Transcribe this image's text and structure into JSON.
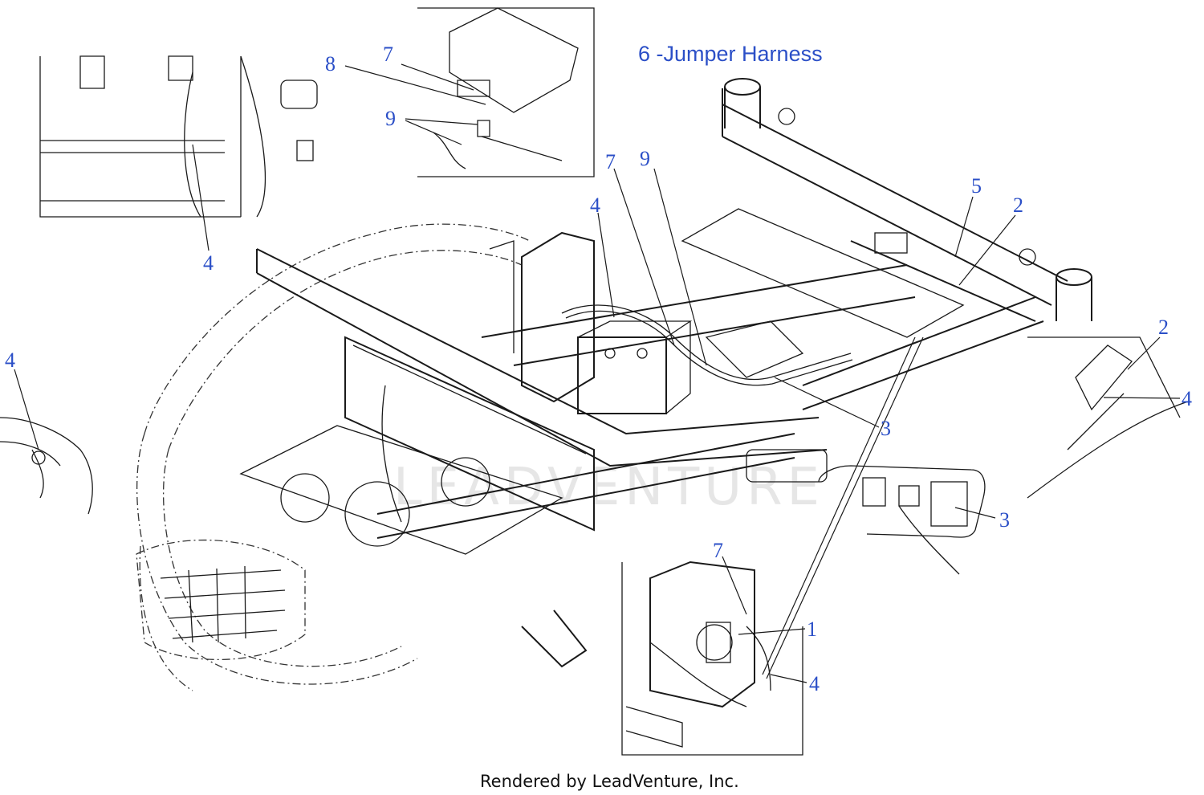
{
  "title": "6 -Jumper Harness",
  "footer": "Rendered by LeadVenture, Inc.",
  "watermark": "LEADVENTURE",
  "callouts": {
    "c8": "8",
    "c7_inset": "7",
    "c9_inset": "9",
    "c4_topleft": "4",
    "c7_main": "7",
    "c9_main": "9",
    "c4_main": "4",
    "c5": "5",
    "c2_main": "2",
    "c2_right": "2",
    "c4_right": "4",
    "c4_left": "4",
    "c3_main": "3",
    "c3_inset": "3",
    "c7_bottom": "7",
    "c1": "1",
    "c4_bottom": "4"
  },
  "colors": {
    "callout": "#2b4fc7",
    "line": "#1a1a1a"
  }
}
